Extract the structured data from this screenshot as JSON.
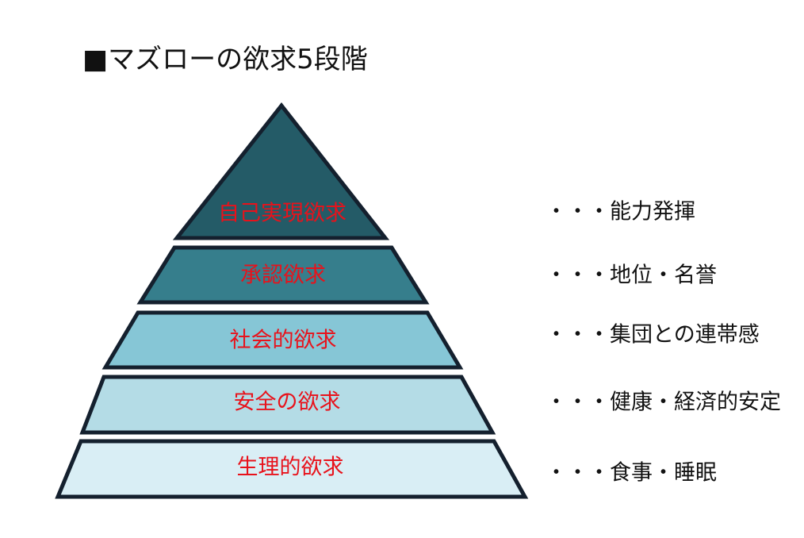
{
  "title": "■マズローの欲求5段階",
  "colors": {
    "label": "#e8121b",
    "outline": "#14202e",
    "text": "#111111"
  },
  "levels": [
    {
      "label": "自己実現欲求",
      "description": "・・・能力発揮",
      "fill": "#245b67"
    },
    {
      "label": "承認欲求",
      "description": "・・・地位・名誉",
      "fill": "#367e8c"
    },
    {
      "label": "社会的欲求",
      "description": "・・・集団との連帯感",
      "fill": "#86c6d6"
    },
    {
      "label": "安全の欲求",
      "description": "・・・健康・経済的安定",
      "fill": "#b4dce6"
    },
    {
      "label": "生理的欲求",
      "description": "・・・食事・睡眠",
      "fill": "#d9eef5"
    }
  ]
}
